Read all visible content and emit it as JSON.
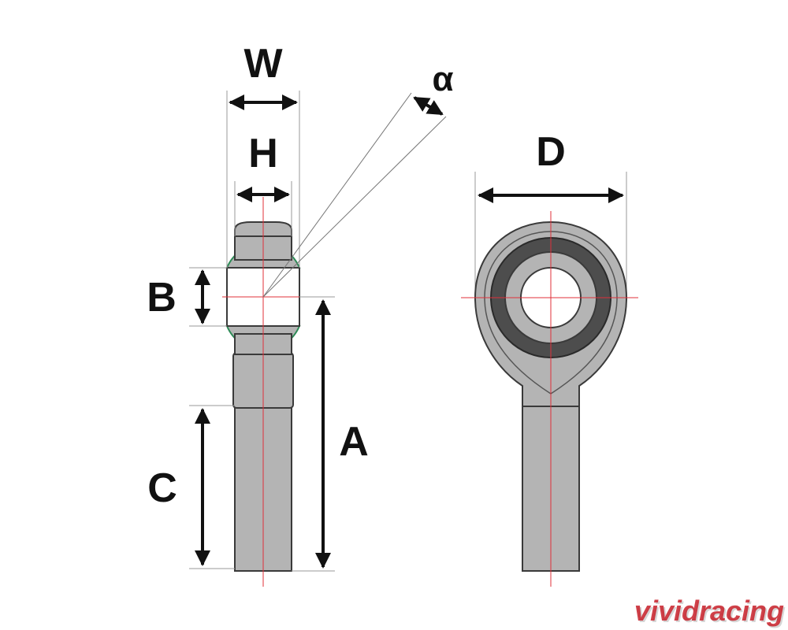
{
  "labels": {
    "w": "W",
    "h": "H",
    "alpha": "α",
    "b": "B",
    "a": "A",
    "c": "C",
    "d": "D"
  },
  "watermark": {
    "text": "vividracing"
  },
  "colors": {
    "part_fill": "#b4b4b4",
    "part_stroke": "#3a3a3a",
    "race_fill": "#4d4d4d",
    "centerline": "#e0303a",
    "ball_edge": "#2e8b57",
    "arrow": "#111111",
    "extension_line": "#999999",
    "watermark": "#c8202a"
  }
}
